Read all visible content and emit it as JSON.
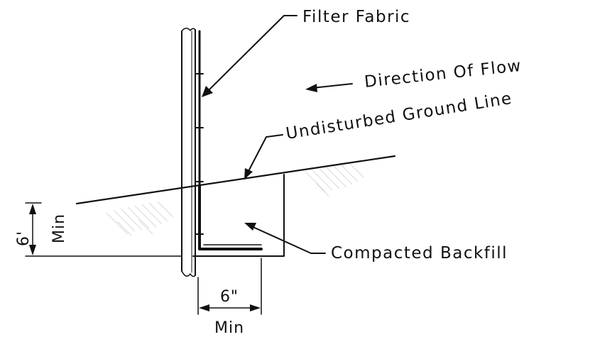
{
  "labels": {
    "filter_fabric": "Filter Fabric",
    "direction_of_flow": "Direction Of Flow",
    "undisturbed_ground_line": "Undisturbed Ground Line",
    "compacted_backfill": "Compacted Backfill"
  },
  "dimensions": {
    "vertical_value": "6'",
    "vertical_min": "Min",
    "horizontal_value": "6\"",
    "horizontal_min": "Min"
  },
  "colors": {
    "ink": "#111111",
    "hatch": "#d9d9d9",
    "background": "#ffffff"
  }
}
